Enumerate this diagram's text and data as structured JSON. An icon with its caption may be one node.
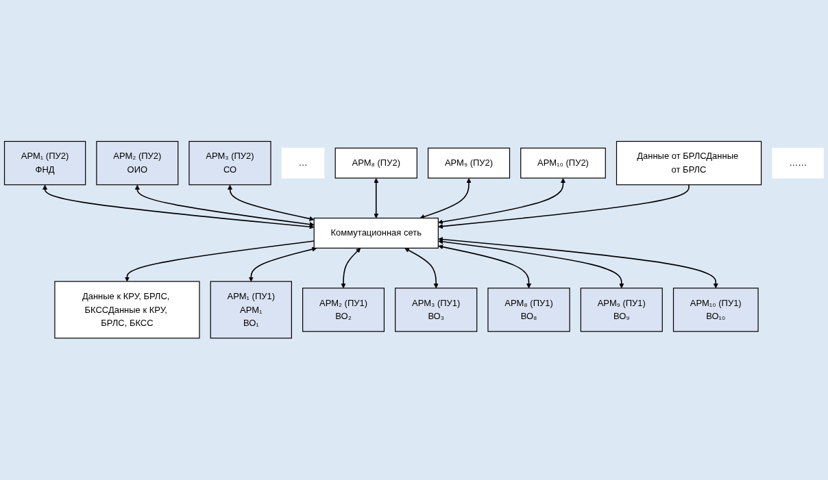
{
  "diagram": {
    "nodes": [
      {
        "text": [
          "АРМ₁ (ПУ2)",
          "ФНД"
        ]
      },
      {
        "text": [
          "АРМ₂ (ПУ2)",
          "ОИО"
        ]
      },
      {
        "text": [
          "АРМ₃ (ПУ2)",
          "СО"
        ]
      },
      {
        "text": [
          "…"
        ]
      },
      {
        "text": [
          "АРМ₈ (ПУ2)"
        ]
      },
      {
        "text": [
          "АРМ₉ (ПУ2)"
        ]
      },
      {
        "text": [
          "АРМ₁₀ (ПУ2)"
        ]
      },
      {
        "text": [
          "Данные от БРЛСДанные от БРЛС"
        ]
      },
      {
        "text": [
          "Коммутационная сеть"
        ]
      },
      {
        "text": [
          "Данные к КРУ, БРЛС, БКССДанные к КРУ, БРЛС, БКСС"
        ]
      },
      {
        "text": [
          "АРМ₁ (ПУ1)",
          "АРМ₁",
          "ВО₁"
        ]
      },
      {
        "text": [
          "АРМ₂ (ПУ1)",
          "ВО₂"
        ]
      },
      {
        "text": [
          "АРМ₃ (ПУ1)",
          "ВО₃"
        ]
      },
      {
        "text": [
          "……"
        ]
      },
      {
        "text": [
          "АРМ₈ (ПУ1)",
          "ВО₈"
        ]
      },
      {
        "text": [
          "АРМ₉ (ПУ1)",
          "ВО₉"
        ]
      },
      {
        "text": [
          "АРМ₁₀ (ПУ1)",
          "ВО₁₀"
        ]
      }
    ],
    "edges": [
      {
        "from": 0,
        "to": 8,
        "arrow": "both"
      },
      {
        "from": 1,
        "to": 8,
        "arrow": "both"
      },
      {
        "from": 2,
        "to": 8,
        "arrow": "both"
      },
      {
        "from": 4,
        "to": 8,
        "arrow": "both"
      },
      {
        "from": 5,
        "to": 8,
        "arrow": "both"
      },
      {
        "from": 6,
        "to": 8,
        "arrow": "both"
      },
      {
        "from": 7,
        "to": 8,
        "arrow": "to"
      },
      {
        "from": 8,
        "to": 9,
        "arrow": "to"
      },
      {
        "from": 8,
        "to": 10,
        "arrow": "both"
      },
      {
        "from": 8,
        "to": 11,
        "arrow": "both"
      },
      {
        "from": 8,
        "to": 12,
        "arrow": "both"
      },
      {
        "from": 8,
        "to": 14,
        "arrow": "both"
      },
      {
        "from": 8,
        "to": 15,
        "arrow": "both"
      },
      {
        "from": 8,
        "to": 16,
        "arrow": "both"
      }
    ]
  }
}
